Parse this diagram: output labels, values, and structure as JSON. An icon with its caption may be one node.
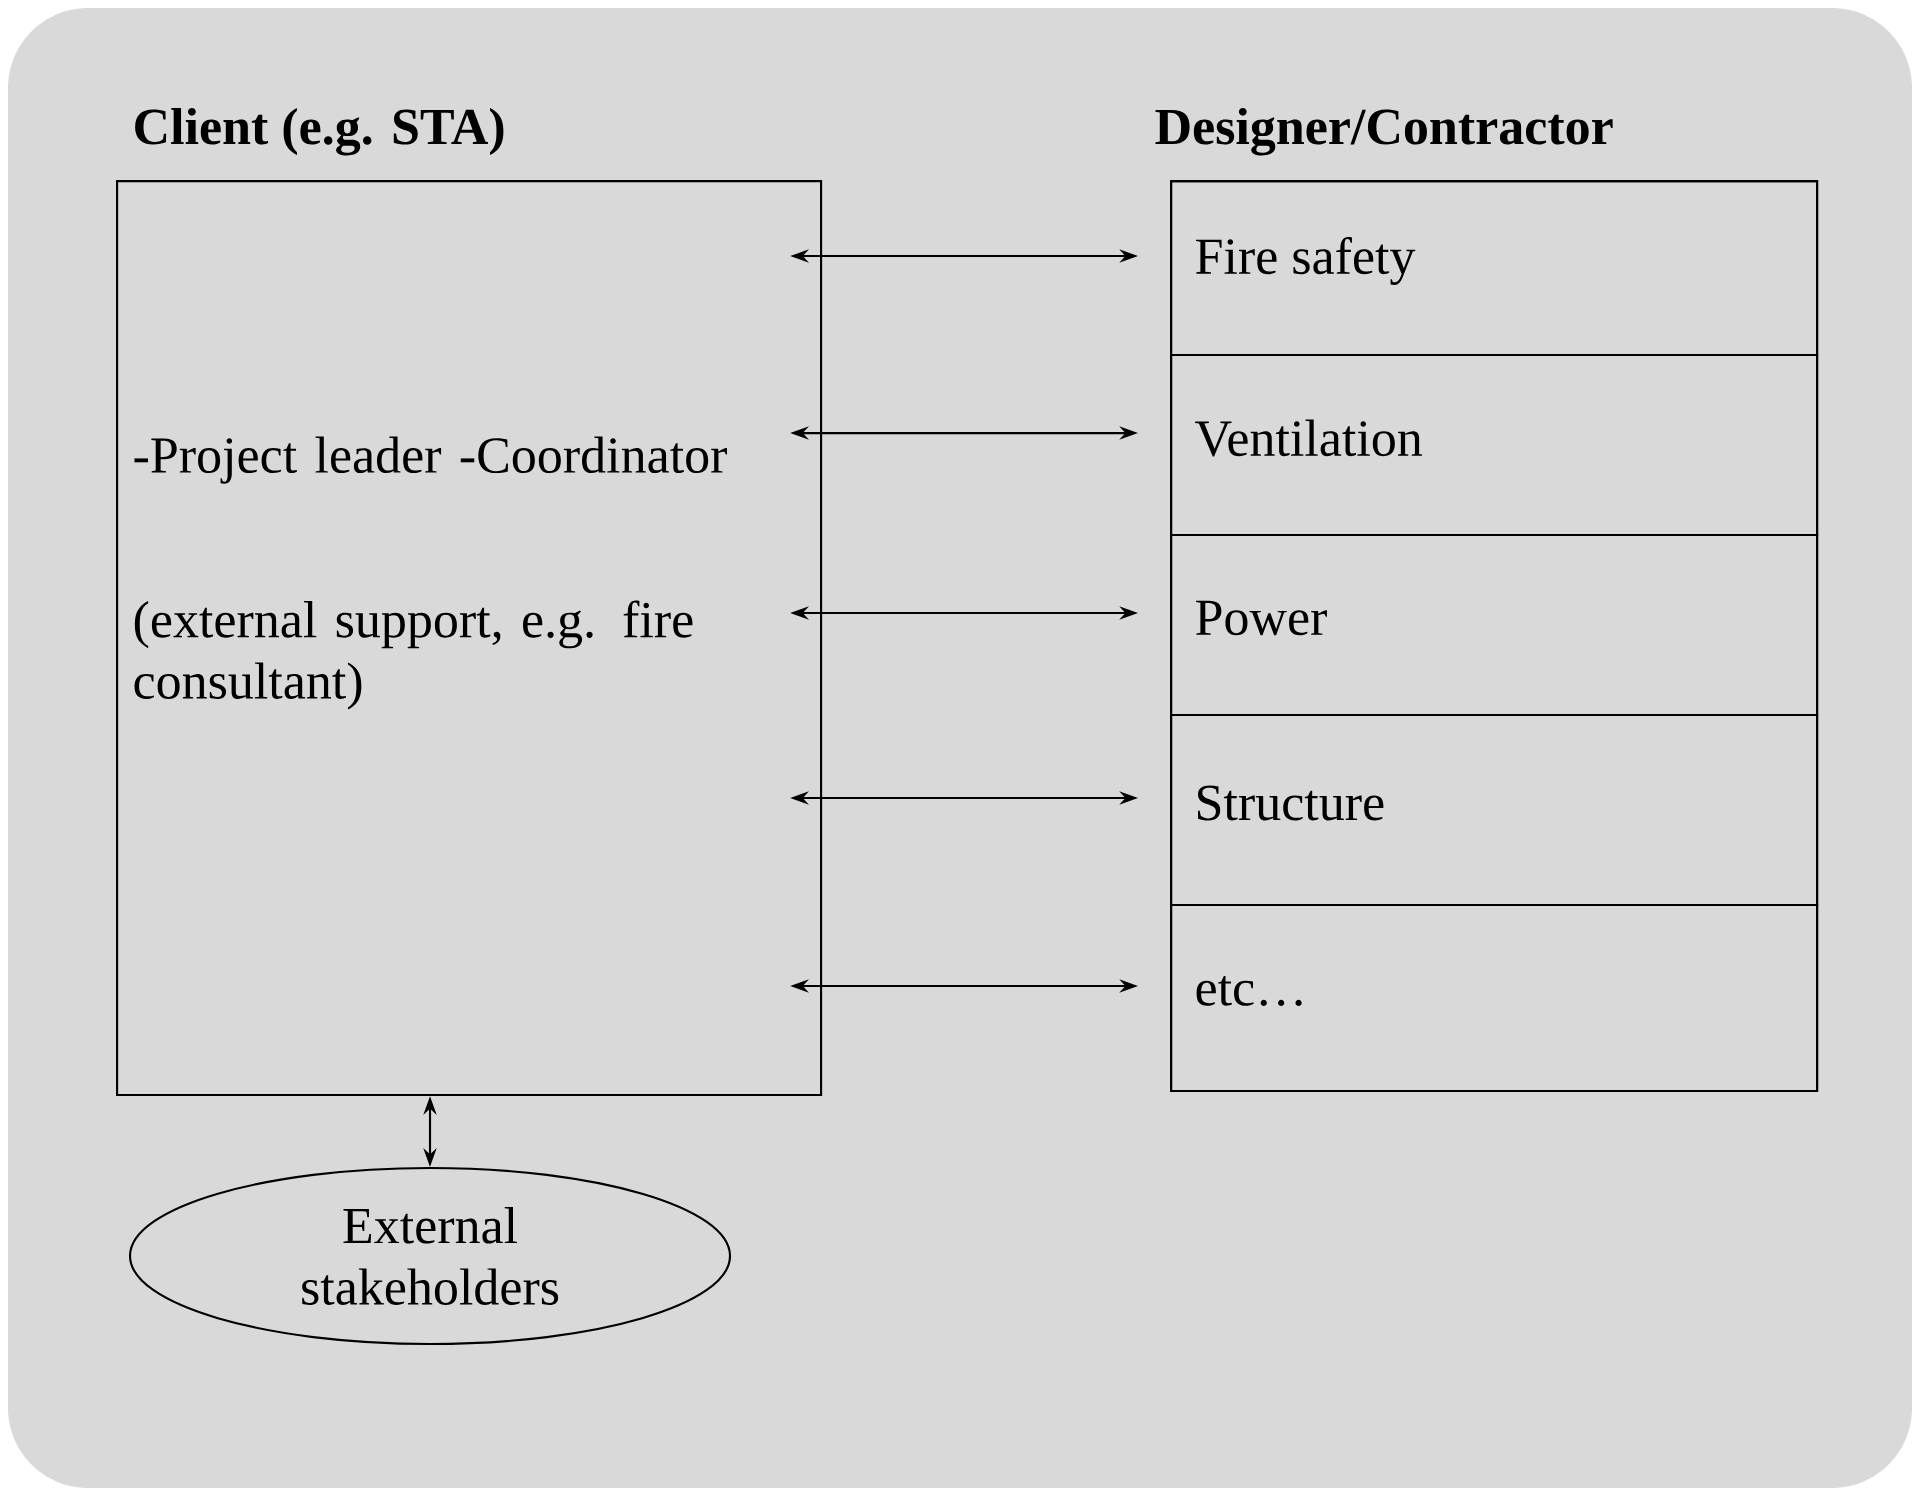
{
  "diagram": {
    "nodes": [
      {
        "text": [
          "Client (e.g. STA)",
          "-Project leader -Coordinator",
          "(external support, e.g. fire consultant)"
        ]
      },
      {
        "text": [
          "Designer/Contractor"
        ]
      },
      {
        "text": [
          "Fire safety"
        ],
        "in": 1
      },
      {
        "text": [
          "Ventilation"
        ],
        "in": 1
      },
      {
        "text": [
          "Power"
        ],
        "in": 1
      },
      {
        "text": [
          "Structure"
        ],
        "in": 1
      },
      {
        "text": [
          "etc…"
        ],
        "in": 1
      },
      {
        "text": [
          "External stakeholders"
        ]
      }
    ],
    "edges": [
      {
        "from": 0,
        "to": 2,
        "arrow": "both"
      },
      {
        "from": 0,
        "to": 3,
        "arrow": "both"
      },
      {
        "from": 0,
        "to": 4,
        "arrow": "both"
      },
      {
        "from": 0,
        "to": 5,
        "arrow": "both"
      },
      {
        "from": 0,
        "to": 6,
        "arrow": "both"
      },
      {
        "from": 0,
        "to": 7,
        "arrow": "both"
      }
    ]
  }
}
